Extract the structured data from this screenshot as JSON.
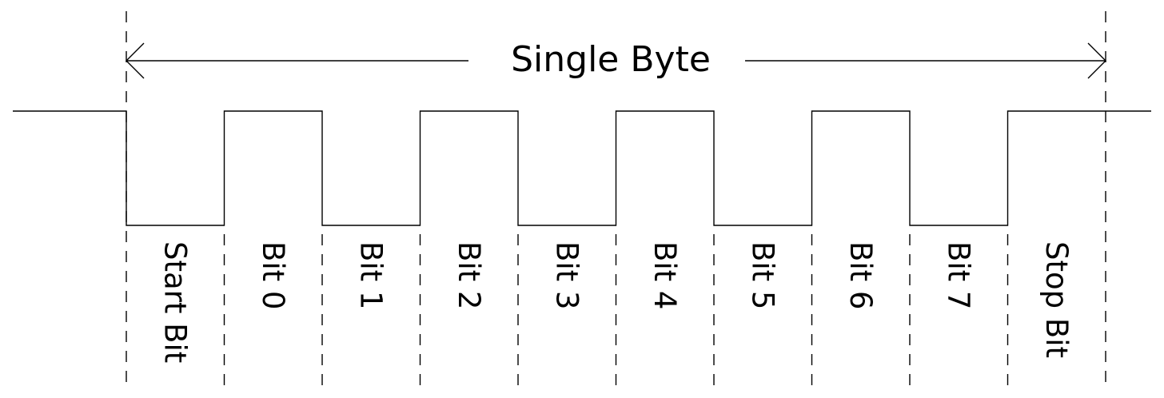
{
  "title": "Single Byte",
  "slots": [
    {
      "label": "Start Bit",
      "level": "low"
    },
    {
      "label": "Bit 0",
      "level": "high"
    },
    {
      "label": "Bit 1",
      "level": "low"
    },
    {
      "label": "Bit 2",
      "level": "high"
    },
    {
      "label": "Bit 3",
      "level": "low"
    },
    {
      "label": "Bit 4",
      "level": "high"
    },
    {
      "label": "Bit 5",
      "level": "low"
    },
    {
      "label": "Bit 6",
      "level": "high"
    },
    {
      "label": "Bit 7",
      "level": "low"
    },
    {
      "label": "Stop Bit",
      "level": "high"
    }
  ],
  "idle_level": "high"
}
